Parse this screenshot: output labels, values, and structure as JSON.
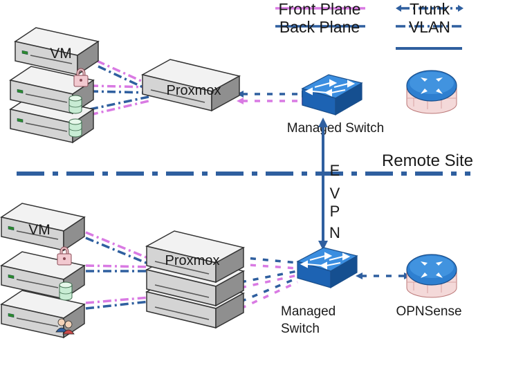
{
  "legend": {
    "front_plane": "Front Plane",
    "back_plane": "Back Plane",
    "trunk": "Trunk",
    "vlan": "VLAN"
  },
  "colors": {
    "front_plane": "#d97ae3",
    "back_plane": "#2f5f9f",
    "separator": "#2f5f9f",
    "server_body": "#dcdcdc",
    "router_blue": "#2e7fd0",
    "switch_blue": "#1f6fc8"
  },
  "top_site": {
    "vm_label": "VM",
    "proxmox_label": "Proxmox",
    "switch_label": "Managed Switch"
  },
  "separator": {
    "remote_site_label": "Remote Site"
  },
  "evpn_label": [
    "E",
    "V",
    "P",
    "N"
  ],
  "bottom_site": {
    "vm_label": "VM",
    "proxmox_label": "Proxmox",
    "switch_label_lines": [
      "Managed",
      "Switch"
    ],
    "router_label": "OPNSense"
  },
  "icons": {
    "top_router": "router-icon",
    "bottom_router": "router-icon",
    "lock": "lock-icon",
    "database": "database-icon",
    "users": "users-icon"
  }
}
